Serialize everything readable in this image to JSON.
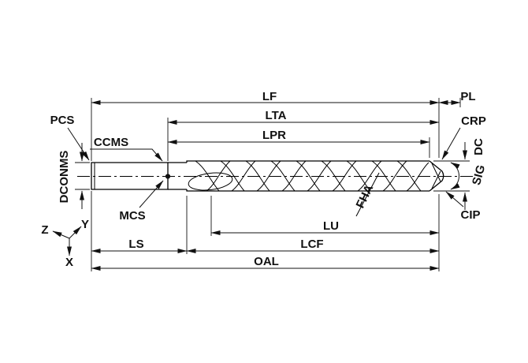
{
  "diagram": {
    "background": "#ffffff",
    "line_color": "#111111",
    "labels": {
      "lf": "LF",
      "pl": "PL",
      "lta": "LTA",
      "crp": "CRP",
      "lpr": "LPR",
      "dc": "DC",
      "sig": "SIG",
      "cip": "CIP",
      "pcs": "PCS",
      "ccms": "CCMS",
      "dconms": "DCONMS",
      "mcs": "MCS",
      "fha": "FHA",
      "lu": "LU",
      "ls": "LS",
      "lcf": "LCF",
      "oal": "OAL"
    },
    "axes": {
      "x": "X",
      "y": "Y",
      "z": "Z"
    }
  }
}
